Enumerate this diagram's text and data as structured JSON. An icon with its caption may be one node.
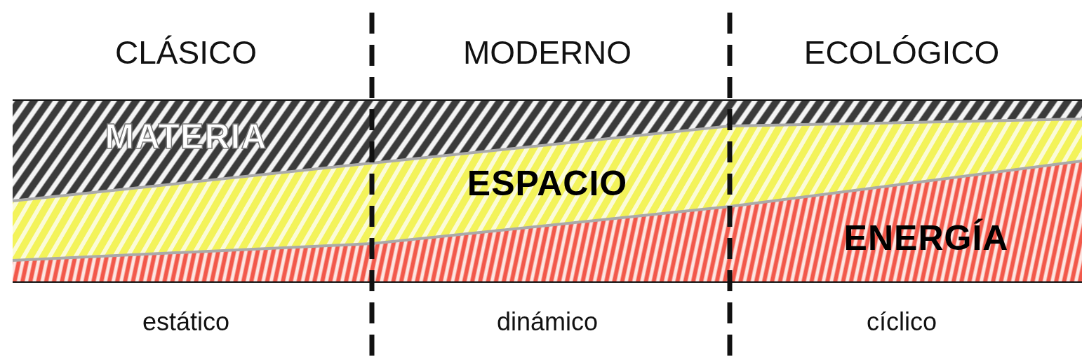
{
  "diagram": {
    "nodes": [
      {
        "text": [
          "MATERIA"
        ]
      },
      {
        "text": [
          "ESPACIO"
        ]
      },
      {
        "text": [
          "ENERGÍA"
        ]
      }
    ],
    "labels": [
      "CLÁSICO",
      "MODERNO",
      "ECOLÓGICO",
      "estático",
      "dinámico",
      "cíclico"
    ]
  }
}
